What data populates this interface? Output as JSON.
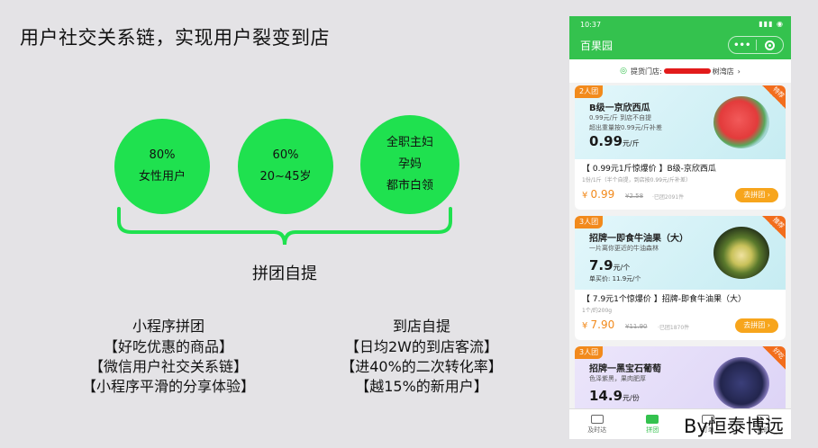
{
  "slide": {
    "title": "用户社交关系链，实现用户裂变到店",
    "circles": [
      {
        "lines": [
          "80%",
          "女性用户"
        ]
      },
      {
        "lines": [
          "60%",
          "20~45岁"
        ]
      },
      {
        "lines": [
          "全职主妇",
          "孕妈",
          "都市白领"
        ]
      }
    ],
    "brace_label": "拼团自提",
    "left_list": {
      "head": "小程序拼团",
      "items": [
        "【好吃优惠的商品】",
        "【微信用户社交关系链】",
        "【小程序平滑的分享体验】"
      ]
    },
    "right_list": {
      "head": "到店自提",
      "items": [
        "【日均2W的到店客流】",
        "【进40%的二次转化率】",
        "【越15%的新用户】"
      ]
    },
    "credit": "By恒泰博远",
    "accent_color": "#1fe14f"
  },
  "phone": {
    "status_time": "10:37",
    "app_name": "百果园",
    "capsule_more": "•••",
    "store_prefix": "提货门店:",
    "store_suffix": "树湾店",
    "cards": [
      {
        "group": "2人团",
        "corner": "特荐",
        "banner_title": "B级一京欣西瓜",
        "banner_sub1": "0.99元/斤  到店不自提",
        "banner_sub2": "超出重量按0.99元/斤补差",
        "banner_price": "0.99",
        "banner_unit": "元/斤",
        "product_title": "【 0.99元1斤惊爆价 】B级-京欣西瓜",
        "product_sub": "1份/1斤（半个自提，到店按0.99元/斤补差）",
        "price": "0.99",
        "orig": "¥2.58",
        "sold": "·已团2091件",
        "cta": "去拼团"
      },
      {
        "group": "3人团",
        "corner": "推荐",
        "banner_title": "招牌一即食牛油果（大）",
        "banner_sub1": "一片离你更近的牛油森林",
        "banner_sub2": "",
        "banner_price": "7.9",
        "banner_unit": "元/个",
        "banner_label": "单买价: 11.9元/个",
        "product_title": "【 7.9元1个惊爆价 】招牌-即食牛油果（大）",
        "product_sub": "1个/约200g",
        "price": "7.90",
        "orig": "¥11.90",
        "sold": "·已团1870件",
        "cta": "去拼团"
      },
      {
        "group": "3人团",
        "corner": "好吃",
        "banner_title": "招牌一黑宝石葡萄",
        "banner_sub1": "色泽紫黑，果肉肥厚",
        "banner_sub2": "",
        "banner_price": "14.9",
        "banner_unit": "元/份"
      }
    ],
    "tabs": [
      {
        "label": "及时达",
        "active": false
      },
      {
        "label": "拼团",
        "active": true
      },
      {
        "label": "订单",
        "active": false
      },
      {
        "label": "我的",
        "active": false
      }
    ],
    "brand_green": "#34c24e",
    "price_orange": "#f28a1c"
  }
}
